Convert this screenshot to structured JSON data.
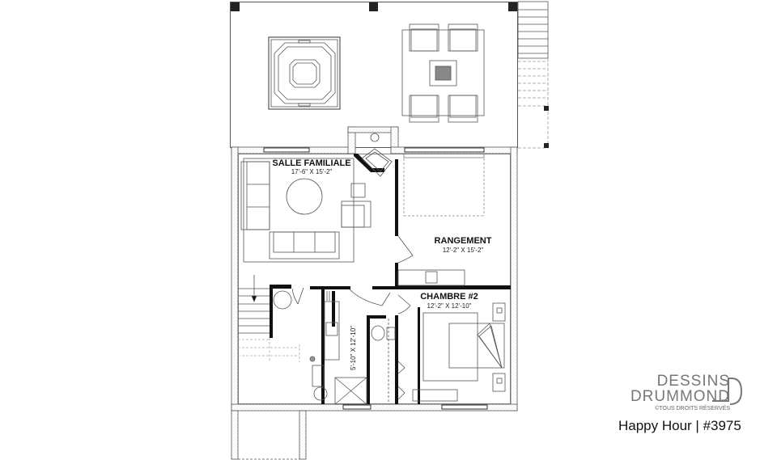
{
  "plan": {
    "title": "Happy Hour | #3975",
    "rooms": [
      {
        "name": "SALLE FAMILIALE",
        "dimensions": "17'-6\" X 15'-2\""
      },
      {
        "name": "RANGEMENT",
        "dimensions": "12'-2\" X 15'-2\""
      },
      {
        "name": "CHAMBRE #2",
        "dimensions": "12'-2\" X 12'-10\""
      }
    ],
    "bathroom": {
      "dimensions": "5'-10\" X 12'-10\""
    }
  },
  "brand": {
    "line1": "DESSINS",
    "line2": "DRUMMOND",
    "copyright": "©TOUS DROITS RÉSERVÉS"
  },
  "caption": "Happy Hour | #3975",
  "colors": {
    "wall": "#111111",
    "line": "#555555",
    "brand": "#777777"
  }
}
